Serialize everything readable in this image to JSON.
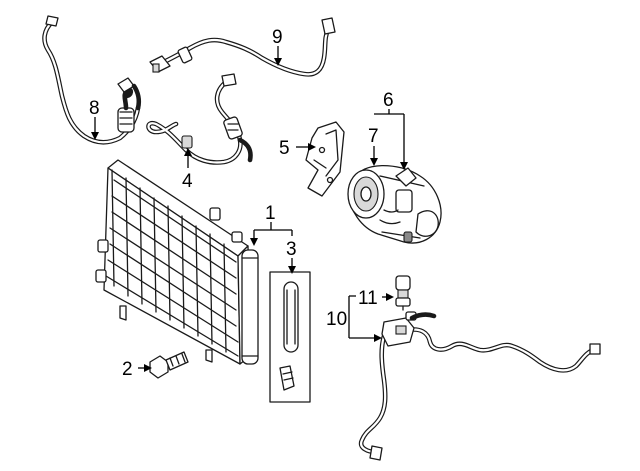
{
  "callouts": {
    "c1": "1",
    "c2": "2",
    "c3": "3",
    "c4": "4",
    "c5": "5",
    "c6": "6",
    "c7": "7",
    "c8": "8",
    "c9": "9",
    "c10": "10",
    "c11": "11"
  },
  "colors": {
    "line": "#1a1a1a",
    "background": "#ffffff",
    "shade": "#d9d9d9"
  }
}
